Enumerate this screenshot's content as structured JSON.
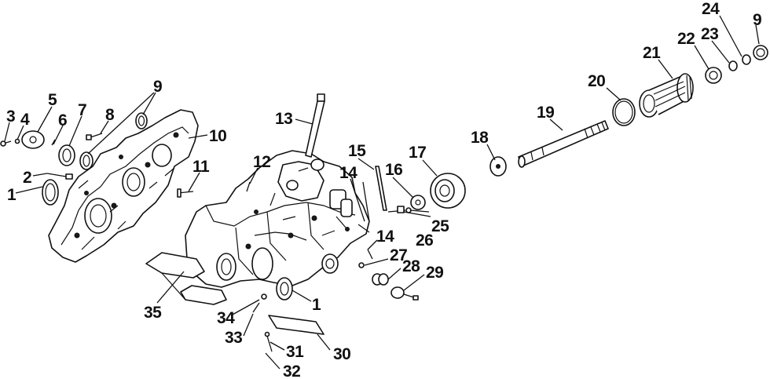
{
  "labels": {
    "l1a": "1",
    "l1b": "1",
    "l2": "2",
    "l3": "3",
    "l4": "4",
    "l5": "5",
    "l6": "6",
    "l7": "7",
    "l8": "8",
    "l9a": "9",
    "l9b": "9",
    "l10": "10",
    "l11": "11",
    "l12": "12",
    "l13": "13",
    "l14a": "14",
    "l14b": "14",
    "l15": "15",
    "l16": "16",
    "l17": "17",
    "l18": "18",
    "l19": "19",
    "l20": "20",
    "l21": "21",
    "l22": "22",
    "l23": "23",
    "l24": "24",
    "l25": "25",
    "l26": "26",
    "l27": "27",
    "l28": "28",
    "l29": "29",
    "l30": "30",
    "l31": "31",
    "l32": "32",
    "l33": "33",
    "l34": "34",
    "l35": "35"
  }
}
